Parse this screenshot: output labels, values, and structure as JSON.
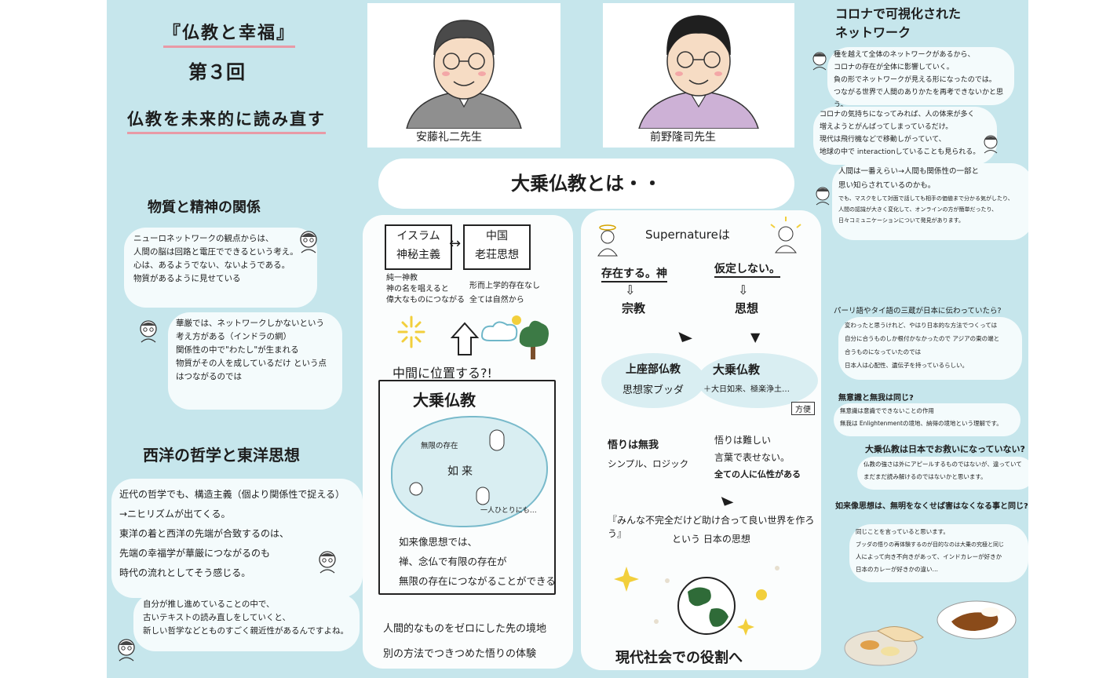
{
  "header": {
    "series_title": "『仏教と幸福』",
    "episode": "第３回",
    "subtitle": "仏教を未来的に読み直す"
  },
  "speakers": [
    {
      "name": "安藤礼二先生"
    },
    {
      "name": "前野隆司先生"
    }
  ],
  "banner": {
    "text": "大乗仏教とは・・"
  },
  "left": {
    "section1": {
      "title": "物質と精神の関係",
      "bubble1": [
        "ニューロネットワークの観点からは、",
        "人間の脳は回路と電圧でできるという考え。",
        "心は、あるようでない、ないようである。",
        "物質があるように見せている"
      ],
      "bubble2": [
        "華厳では、ネットワークしかないという",
        "考え方がある（インドラの網）",
        "関係性の中で\"わたし\"が生まれる",
        "物質がその人を成しているだけ という点",
        "はつながるのでは"
      ]
    },
    "section2": {
      "title": "西洋の哲学と東洋思想",
      "bubble1": [
        "近代の哲学でも、構造主義（個より関係性で捉える）",
        "→ニヒリズムが出てくる。",
        "東洋の着と西洋の先端が合致するのは、",
        "先端の幸福学が華厳につながるのも",
        "時代の流れとしてそう感じる。"
      ],
      "bubble2": [
        "自分が推し進めていることの中で、",
        "古いテキストの読み直しをしていくと、",
        "新しい哲学などとものすごく親近性があるんですよね。"
      ]
    }
  },
  "center_left": {
    "box1": [
      "イスラム",
      "神秘主義"
    ],
    "box2": [
      "中国",
      "老荘思想"
    ],
    "note1": [
      "純一神教",
      "神の名を唱えると",
      "偉大なものにつながる"
    ],
    "note2": [
      "形而上学的存在なし",
      "全ては自然から"
    ],
    "middle_q": "中間に位置する?!",
    "mahayana": "大乗仏教",
    "circle_label1": "無限の存在",
    "circle_label2": "如来",
    "circle_label3": "一人ひとりにも…",
    "bottom_text": [
      "如来像思想では、",
      "禅、念仏で有限の存在が",
      "無限の存在につながることができる"
    ],
    "footer1": "人間的なものをゼロにした先の境地",
    "footer2": "別の方法でつきつめた悟りの体験"
  },
  "center_right": {
    "supernatural": "Supernatureは",
    "col1_top": "存在する。神",
    "col1_bottom": "宗教",
    "col2_top": "仮定しない。",
    "col2_bottom": "思想",
    "oval1": [
      "上座部仏教",
      "思想家ブッダ"
    ],
    "oval2": [
      "大乗仏教",
      "＋大日如来、極楽浄土…"
    ],
    "tag": "方便",
    "note_left": [
      "悟りは無我",
      "シンプル、ロジック"
    ],
    "note_right": [
      "悟りは難しい",
      "言葉で表せない。",
      "全ての人に仏性がある"
    ],
    "quote": "『みんな不完全だけど助け合って良い世界を作ろう』",
    "quote_sub": "という 日本の思想",
    "footer": "現代社会での役割へ"
  },
  "right": {
    "title": [
      "コロナで可視化された",
      "ネットワーク"
    ],
    "bubble1": [
      "種を越えて全体のネットワークがあるから、",
      "コロナの存在が全体に影響していく。",
      "負の形でネットワークが見える形になったのでは。",
      "つながる世界で人間のありかたを再考できないかと思う。"
    ],
    "bubble2": [
      "コロナの気持ちになってみれば、人の体来が多く",
      "増えようとがんばってしまっているだけ。",
      "現代は飛行機などで移動しがっていて、",
      "地球の中で interactionしていることも見られる。"
    ],
    "bubble3": [
      "人間は一番えらい→人間も関係性の一部と",
      "思い知らされているのかも。",
      "でも、マスクをして対面で話しても相手の価値まで分かる気がしたり、",
      "人間の認識が大きく変化して、オンラインの方が簡単だったり、",
      "日々コミュニケーションについて発見があります。"
    ],
    "q1": "パーリ語やタイ語の三蔵が日本に伝わっていたら?",
    "a1": [
      "変わったと思うけれど、やはり日本的な方法でつくっては",
      "自分に合うものしか根付かなかったので アジアの東の端と",
      "合うものになっていたのでは",
      "日本人は心配性、遺伝子を持っているらしい。"
    ],
    "q2": "無意識と無我は同じ?",
    "a2": [
      "無意識は意識でできないことの作用",
      "無我は Enlightenmentの境地、納得の境地という理解です。"
    ],
    "q3": "大乗仏教は日本でお救いになっていない?",
    "a3": [
      "仏教の強さは外にアピールするものではないが、違っていて",
      "まだまだ読み解けるのではないかと思います。"
    ],
    "q4": "如来像思想は、無明をなくせば害はなくなる事と同じ?",
    "a4": [
      "同じことを言っていると思います。",
      "ブッダの悟りの再体験するのが目的なのは大乗の究極と同じ",
      "人によって向き不向きがあって、インドカレーが好きか",
      "日本のカレーが好きかの違い…"
    ]
  },
  "colors": {
    "board": "#c6e6ec",
    "accent_pink": "#e89aa6",
    "tree_green": "#3c7a45",
    "sun_yellow": "#f2cf3c"
  }
}
